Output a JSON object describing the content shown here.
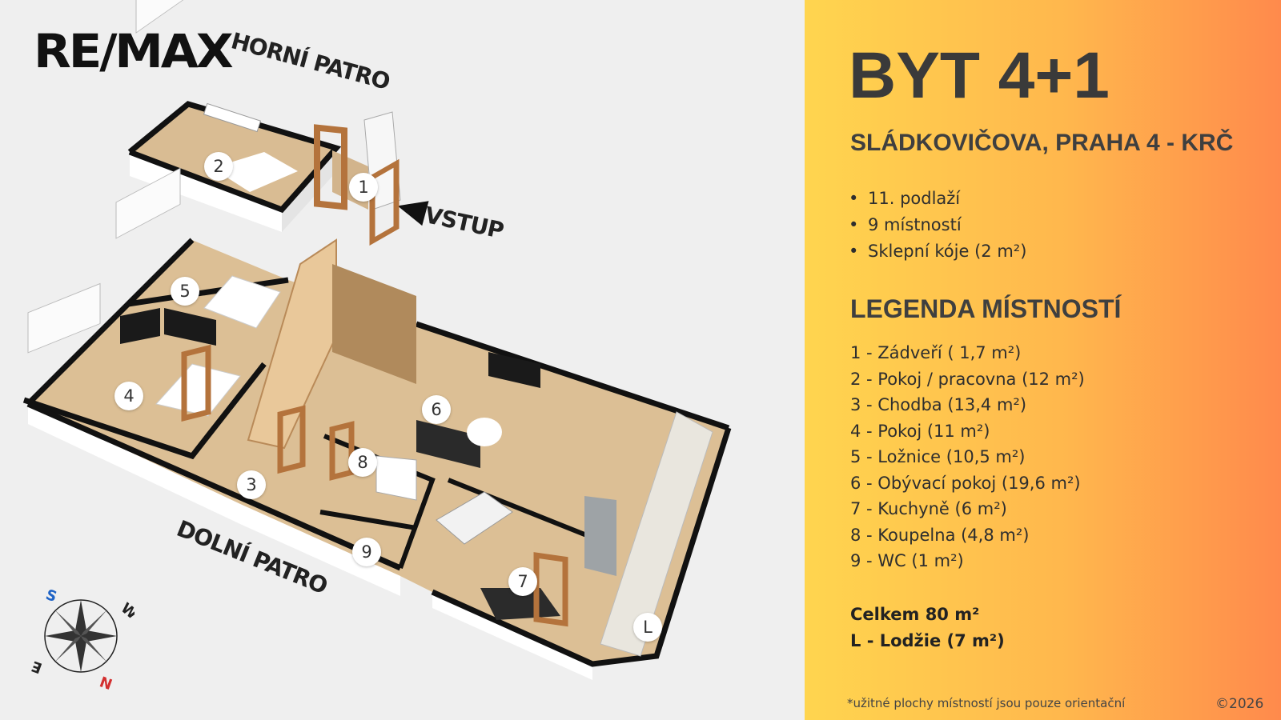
{
  "brand": {
    "logo_text": "RE/MAX"
  },
  "plan": {
    "upper_floor_label": "HORNÍ PATRO",
    "lower_floor_label": "DOLNÍ PATRO",
    "entrance_label": "VSTUP",
    "room_badges": [
      "1",
      "2",
      "3",
      "4",
      "5",
      "6",
      "7",
      "8",
      "9",
      "L"
    ],
    "compass_letters": {
      "s": "S",
      "w": "W",
      "e": "E",
      "n": "N"
    }
  },
  "info": {
    "title": "BYT 4+1",
    "address": "SLÁDKOVIČOVA, PRAHA 4 - KRČ",
    "facts": [
      "11. podlaží",
      "9 místností",
      "Sklepní kóje (2 m²)"
    ],
    "legend_title": "LEGENDA MÍSTNOSTÍ",
    "legend": [
      "1 - Zádveří ( 1,7 m²)",
      "2 - Pokoj / pracovna (12 m²)",
      "3 - Chodba (13,4 m²)",
      "4 - Pokoj (11 m²)",
      "5 - Ložnice (10,5 m²)",
      "6 - Obývací pokoj (19,6 m²)",
      "7 - Kuchyně (6 m²)",
      "8 - Koupelna (4,8 m²)",
      "9 - WC (1 m²)"
    ],
    "total": "Celkem 80 m²",
    "loggia": "L - Lodžie (7 m²)",
    "footnote": "*užitné plochy místností jsou pouze orientační",
    "copyright": "©2026"
  },
  "colors": {
    "gradient_start": "#ffd54f",
    "gradient_end": "#ff8a4c",
    "text_dark": "#3a3a3a",
    "floor_wood": "#d8b98f",
    "door_wood": "#c98a4e",
    "wall": "#111111",
    "compass_red": "#d32f2f",
    "compass_blue": "#1e63c6"
  }
}
